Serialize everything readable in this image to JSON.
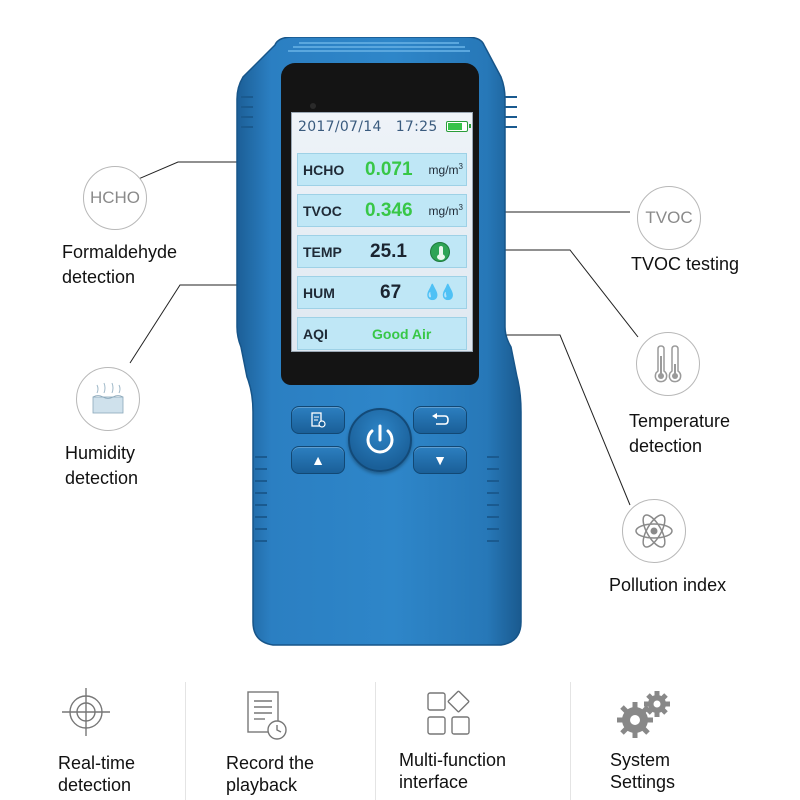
{
  "device": {
    "status_date": "2017/07/14",
    "status_time": "17:25",
    "battery_level": 0.85,
    "readings": [
      {
        "label": "HCHO",
        "value": "0.071",
        "unit": "mg/m",
        "unit_sup": "3"
      },
      {
        "label": "TVOC",
        "value": "0.346",
        "unit": "mg/m",
        "unit_sup": "3"
      },
      {
        "label": "TEMP",
        "value": "25.1"
      },
      {
        "label": "HUM",
        "value": "67"
      },
      {
        "label": "AQI",
        "value": "Good Air"
      }
    ]
  },
  "callouts": {
    "hcho": {
      "icon_text": "HCHO",
      "label_line1": "Formaldehyde",
      "label_line2": "detection"
    },
    "tvoc": {
      "icon_text": "TVOC",
      "label": "TVOC testing"
    },
    "humidity": {
      "label_line1": "Humidity",
      "label_line2": "detection"
    },
    "temperature": {
      "label_line1": "Temperature",
      "label_line2": "detection"
    },
    "pollution": {
      "label": "Pollution index"
    }
  },
  "features": [
    {
      "line1": "Real-time",
      "line2": "detection",
      "icon": "crosshair-icon"
    },
    {
      "line1": "Record the",
      "line2": "playback",
      "icon": "record-clock-icon"
    },
    {
      "line1": "Multi-function",
      "line2": "interface",
      "icon": "grid-icon"
    },
    {
      "line1": "System",
      "line2": "Settings",
      "icon": "gears-icon"
    }
  ],
  "colors": {
    "device_blue": "#2a7dc0",
    "reading_green": "#38c747",
    "lcd_row_bg": "#bfe7f6",
    "icon_gray": "#8a8a8a"
  }
}
